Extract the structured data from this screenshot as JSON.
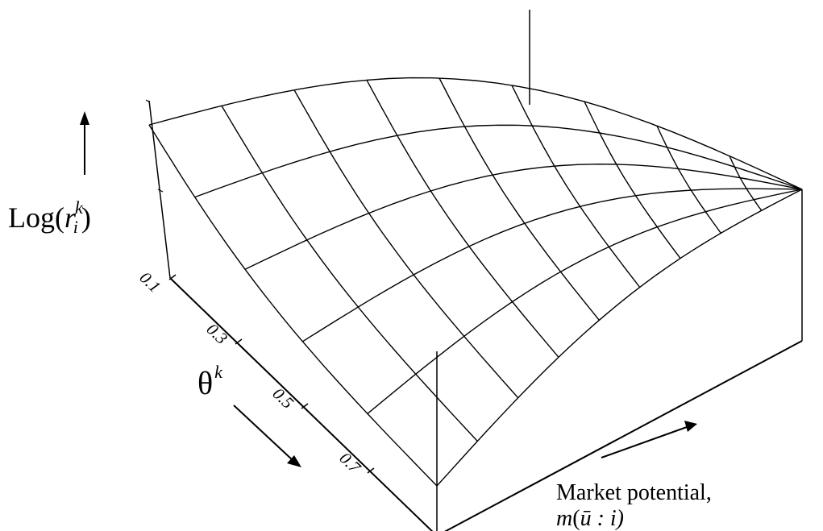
{
  "chart_data": {
    "type": "surface",
    "title": "",
    "z_label": {
      "base": "Log(",
      "var": "r",
      "sub": "i",
      "sup": "k",
      "close": ")"
    },
    "theta_label": {
      "base": "θ",
      "sup": "k"
    },
    "x_label": {
      "line1": "Market potential,",
      "line2_var": "m",
      "line2_open": "(",
      "line2_ubar": "ū",
      "line2_rest": " : i)"
    },
    "theta_ticks": [
      "0.1",
      "0.3",
      "0.5",
      "0.7"
    ],
    "grid": {
      "rows": 5,
      "cols": 9
    }
  },
  "colors": {
    "line": "#000000",
    "background": "#ffffff"
  }
}
